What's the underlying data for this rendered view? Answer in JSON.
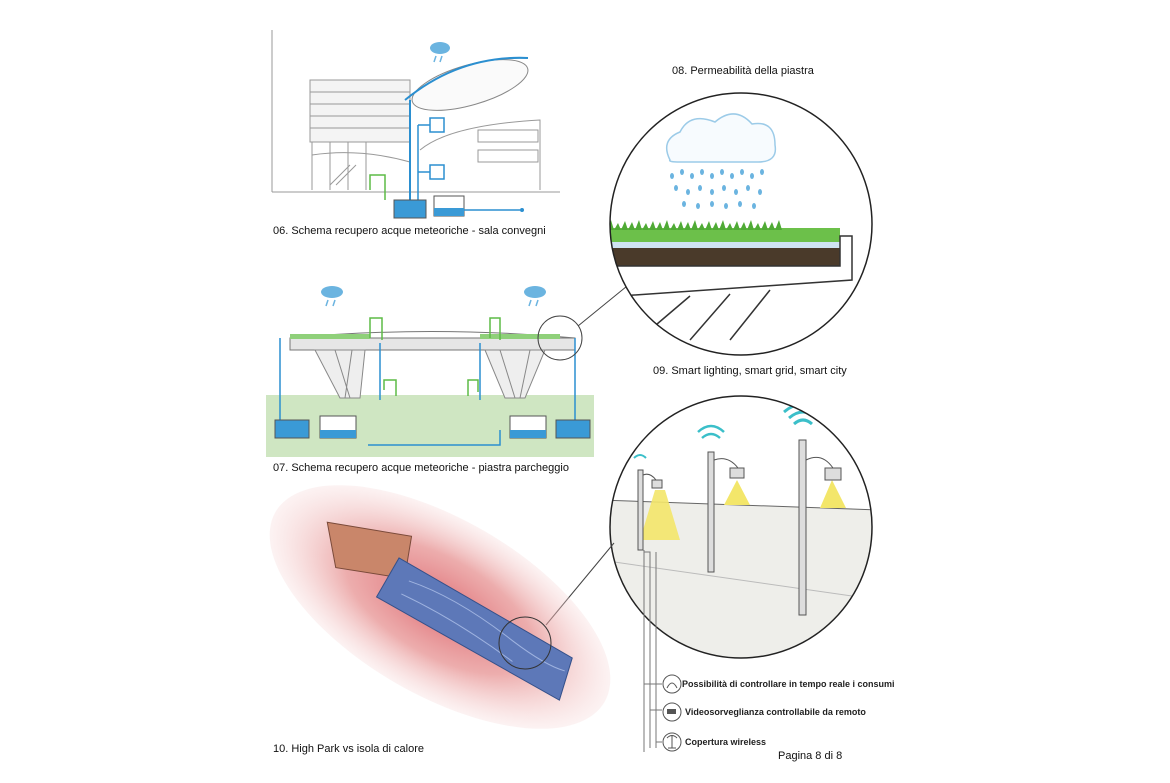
{
  "captions": {
    "fig06": "06. Schema recupero acque meteoriche - sala convegni",
    "fig07": "07. Schema recupero acque meteoriche - piastra parcheggio",
    "fig08": "08. Permeabilità della piastra",
    "fig09": "09. Smart lighting, smart grid, smart city",
    "fig10": "10. High Park vs isola di calore"
  },
  "legend": {
    "item1": "Possibilità di controllare in tempo reale i consumi",
    "item2": "Videosorveglianza controllabile da remoto",
    "item3": "Copertura wireless"
  },
  "page_label": "Pagina 8 di 8",
  "colors": {
    "water": "#2b8fd0",
    "pipe_green": "#5dbb46",
    "ground": "#cfe6c2",
    "heat": "#e07a7a",
    "light_cone": "#f3e66a",
    "wifi": "#3bbfc9"
  }
}
